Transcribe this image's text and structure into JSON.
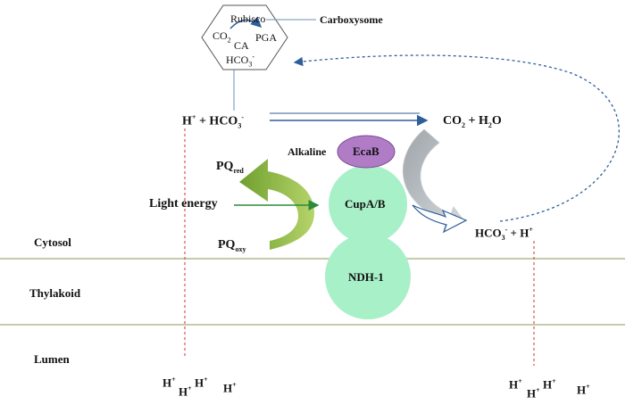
{
  "carboxysome": {
    "label": "Carboxysome",
    "rubisco": "Rubisco",
    "co2": "CO",
    "co2_sub": "2",
    "ca": "CA",
    "pga": "PGA",
    "hco3": "HCO",
    "hco3_sub": "3",
    "hco3_sup": "-"
  },
  "reaction_left": {
    "h": "H",
    "h_sup": "+",
    "plus": " + HCO",
    "hco3_sub": "3",
    "hco3_sup": "-"
  },
  "reaction_right": {
    "co2": "CO",
    "co2_sub": "2",
    "plus": " + H",
    "h2o_sub": "2",
    "o": "O"
  },
  "alkaline": "Alkaline",
  "ecab": "EcaB",
  "cupab": "CupA/B",
  "ndh1": "NDH-1",
  "pq_red": {
    "base": "PQ",
    "sub": "red"
  },
  "pq_oxy": {
    "base": "PQ",
    "sub": "oxy"
  },
  "light_energy": "Light energy",
  "hco3_h": {
    "hco3": "HCO",
    "sub": "3",
    "sup": "-",
    "plus": " + H",
    "h_sup": "+"
  },
  "regions": {
    "cytosol": "Cytosol",
    "thylakoid": "Thylakoid",
    "lumen": "Lumen"
  },
  "proton": {
    "h": "H",
    "sup": "+"
  },
  "colors": {
    "membrane": "#8a9a5b",
    "ndh_circle": "#a8f0c8",
    "ecab": "#b07cc6",
    "light_arrow": "#6aa33a",
    "arrow_blue": "#2f5f9a",
    "dotted_red": "#d9534f"
  }
}
